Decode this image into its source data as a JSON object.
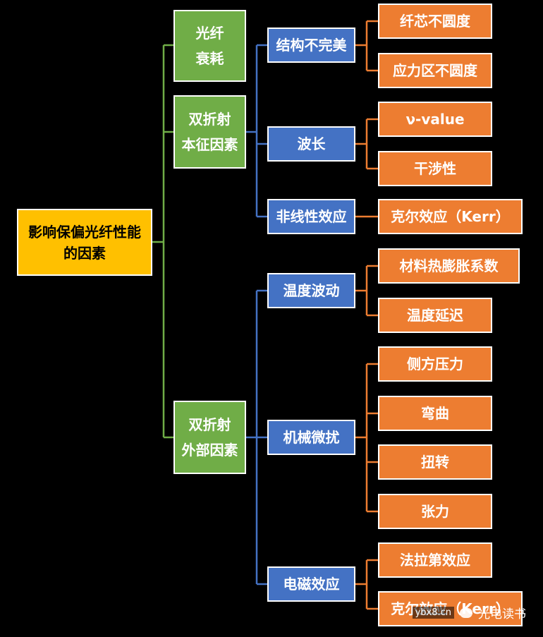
{
  "root": "影响保偏光纤性能的因素",
  "level1": {
    "fiber_loss": [
      "光纤",
      "衰耗"
    ],
    "intrinsic": [
      "双折射",
      "本征因素"
    ],
    "external": [
      "双折射",
      "外部因素"
    ]
  },
  "level2": {
    "structure": "结构不完美",
    "wavelength": "波长",
    "nonlinear": "非线性效应",
    "temperature": "温度波动",
    "mechanical": "机械微扰",
    "electromagnetic": "电磁效应"
  },
  "level3": {
    "core_ovality": "纤芯不圆度",
    "stress_ovality": "应力区不圆度",
    "v_value": "ν-value",
    "interference": "干涉性",
    "kerr1": "克尔效应（Kerr）",
    "thermal_expansion": "材料热膨胀系数",
    "temp_delay": "温度延迟",
    "lateral_pressure": "侧方压力",
    "bending": "弯曲",
    "twisting": "扭转",
    "tension": "张力",
    "faraday": "法拉第效应",
    "kerr2": "克尔效应（Kerr）"
  },
  "watermark": {
    "url": "ybx8.cn",
    "brand": "光电读书"
  },
  "colors": {
    "root": "#ffc000",
    "level1": "#70ad47",
    "level2": "#4472c4",
    "level3": "#ed7d31",
    "background": "#000000"
  }
}
